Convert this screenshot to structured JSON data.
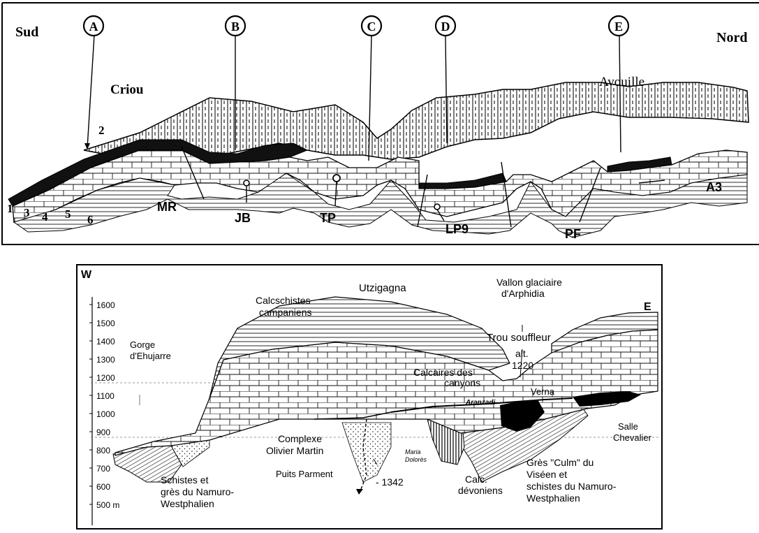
{
  "top_section": {
    "direction_left": "Sud",
    "direction_right": "Nord",
    "place_left": "Criou",
    "place_right": "Avouille",
    "section_markers": [
      "A",
      "B",
      "C",
      "D",
      "E"
    ],
    "layer_numbers": [
      "1",
      "3",
      "4",
      "5",
      "6",
      "2"
    ],
    "cave_labels": {
      "mr": "MR",
      "jb": "JB",
      "tp": "TP",
      "lp9": "LP9",
      "pf": "PF",
      "a3": "A3"
    }
  },
  "bottom_section": {
    "corner_west": "W",
    "corner_east": "E",
    "scale_ticks": [
      "1600",
      "1500",
      "1400",
      "1300",
      "1200",
      "1100",
      "1000",
      "900",
      "800",
      "700",
      "600",
      "500 m"
    ],
    "labels": {
      "utzigagna": "Utzigagna",
      "calcschistes_1": "Calcschistes",
      "calcschistes_2": "campaniens",
      "vallon_1": "Vallon glaciaire",
      "vallon_2": "d'Arphidia",
      "trou": "Trou souffleur",
      "alt_1": "alt.",
      "alt_2": "1220",
      "gorge_1": "Gorge",
      "gorge_2": "d'Ehujarre",
      "calcaires_1": "Calcaires des",
      "calcaires_2": "canyons",
      "aranzadi": "Aranzadi",
      "verna": "Verna",
      "salle_1": "Salle",
      "salle_2": "Chevalier",
      "complexe_1": "Complexe",
      "complexe_2": "Olivier Martin",
      "maria_1": "Maria",
      "maria_2": "Dolorès",
      "puits": "Puits Parment",
      "depth": "- 1342",
      "grescul_1": "Grès \"Culm\" du",
      "grescul_2": "Viséen et",
      "grescul_3": "schistes du Namuro-",
      "grescul_4": "Westphalien",
      "calcdev_1": "Calc.",
      "calcdev_2": "dévoniens",
      "schistes_1": "Schistes et",
      "schistes_2": "grès du Namuro-",
      "schistes_3": "Westphalien"
    }
  }
}
